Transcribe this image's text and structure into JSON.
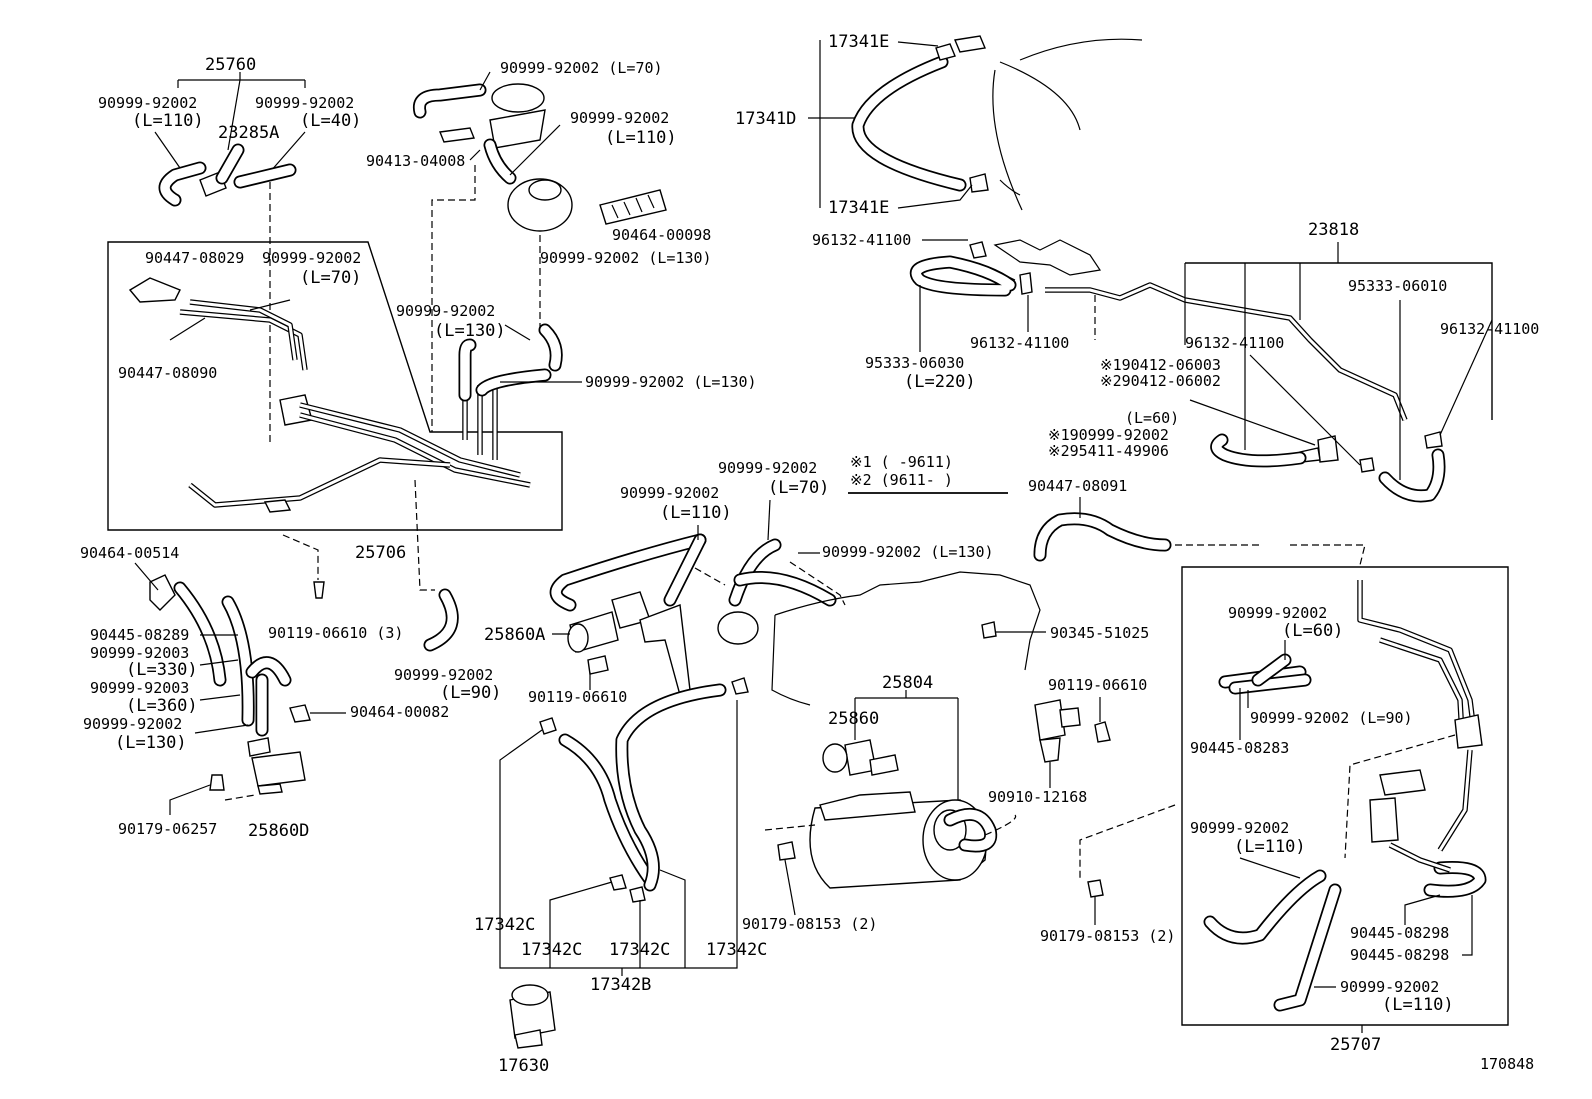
{
  "labels": {
    "l25760": "25760",
    "l90999_110_a": "90999-92002",
    "l90999_110_a_len": "(L=110)",
    "l90999_40": "90999-92002",
    "l90999_40_len": "(L=40)",
    "l23285A": "23285A",
    "l90999_70_top": "90999-92002 (L=70)",
    "l90999_110_b": "90999-92002",
    "l90999_110_b_len": "(L=110)",
    "l90413": "90413-04008",
    "l90464_98": "90464-00098",
    "l90447_29": "90447-08029",
    "l90999_70_mid": "90999-92002",
    "l90999_70_mid_len": "(L=70)",
    "l90447_90": "90447-08090",
    "l90999_130_a": "90999-92002 (L=130)",
    "l90999_130_b": "90999-92002",
    "l90999_130_b_len": "(L=130)",
    "l90999_130_c": "90999-92002 (L=130)",
    "l25706": "25706",
    "l90464_514": "90464-00514",
    "l90119_3": "90119-06610 (3)",
    "l90445_289": "90445-08289",
    "l90999_92003_a": "90999-92003",
    "l90999_92003_a_len": "(L=330)",
    "l90999_92003_b": "90999-92003",
    "l90999_92003_b_len": "(L=360)",
    "l90999_130_d": "90999-92002",
    "l90999_130_d_len": "(L=130)",
    "l90464_82": "90464-00082",
    "l90999_90_a": "90999-92002",
    "l90999_90_a_len": "(L=90)",
    "l90179_257": "90179-06257",
    "l25860D": "25860D",
    "l17341E_top": "17341E",
    "l17341D": "17341D",
    "l17341E_bot": "17341E",
    "l96132_a": "96132-41100",
    "l95333_030": "95333-06030",
    "l95333_030_len": "(L=220)",
    "l96132_b": "96132-41100",
    "l23818": "23818",
    "l95333_010": "95333-06010",
    "l96132_c": "96132-41100",
    "l96132_d": "96132-41100",
    "l_n1_90412": "※190412-06003",
    "l_n2_90412": "※290412-06002",
    "l60": "(L=60)",
    "l_n1_90999": "※190999-92002",
    "l_n2_95411": "※295411-49906",
    "note1": "※1 (      -9611)",
    "note2": "※2 (9611-      )",
    "l90999_70_c": "90999-92002",
    "l90999_70_c_len": "(L=70)",
    "l90999_110_c": "90999-92002",
    "l90999_110_c_len": "(L=110)",
    "l90999_130_e": "90999-92002 (L=130)",
    "l90447_91": "90447-08091",
    "l25860A": "25860A",
    "l90119_a": "90119-06610",
    "l90345": "90345-51025",
    "l25804": "25804",
    "l25860": "25860",
    "l90119_b": "90119-06610",
    "l90910": "90910-12168",
    "l90179_153_a": "90179-08153 (2)",
    "l90179_153_b": "90179-08153 (2)",
    "l17342C_a": "17342C",
    "l17342C_b": "17342C",
    "l17342C_c": "17342C",
    "l17342C_d": "17342C",
    "l17342B": "17342B",
    "l17630": "17630",
    "l90999_60": "90999-92002",
    "l90999_60_len": "(L=60)",
    "l90999_90_b": "90999-92002 (L=90)",
    "l90445_283": "90445-08283",
    "l90999_110_d": "90999-92002",
    "l90999_110_d_len": "(L=110)",
    "l90445_298_a": "90445-08298",
    "l90445_298_b": "90445-08298",
    "l90999_110_e": "90999-92002",
    "l90999_110_e_len": "(L=110)",
    "l25707": "25707",
    "l170848": "170848"
  }
}
